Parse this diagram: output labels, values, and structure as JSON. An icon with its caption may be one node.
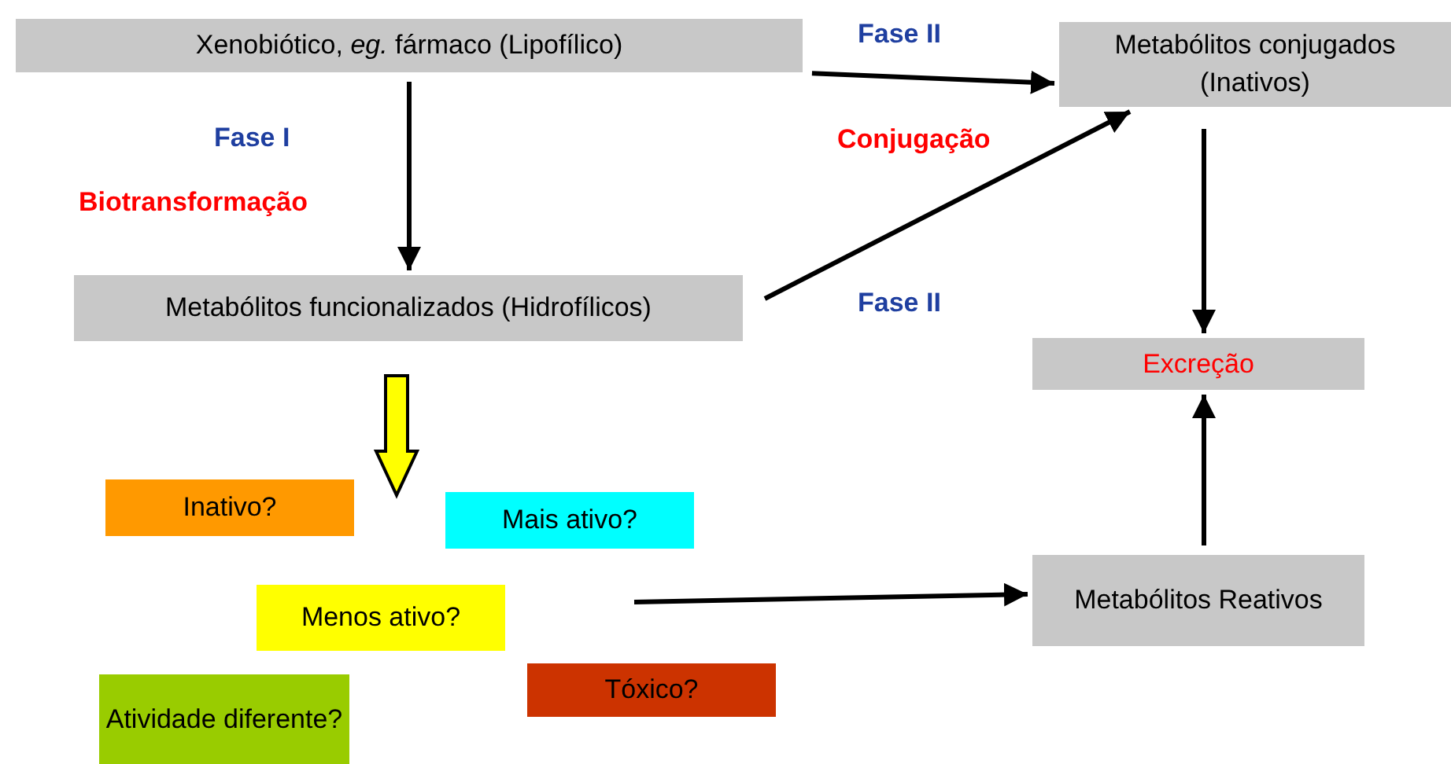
{
  "diagram": {
    "nodes": [
      {
        "text": [
          "Xenobiótico, *eg.* fármaco (Lipofílico)"
        ]
      },
      {
        "text": [
          "Metabólitos conjugados (Inativos)"
        ]
      },
      {
        "text": [
          "Metabólitos funcionalizados (Hidrofílicos)"
        ]
      },
      {
        "text": [
          "Excreção"
        ]
      },
      {
        "text": [
          "Inativo?"
        ]
      },
      {
        "text": [
          "Mais ativo?"
        ]
      },
      {
        "text": [
          "Menos ativo?"
        ]
      },
      {
        "text": [
          "Metabólitos Reativos"
        ]
      },
      {
        "text": [
          "Atividade diferente?"
        ]
      },
      {
        "text": [
          "Tóxico?"
        ]
      }
    ],
    "edges": [
      {
        "from": 0,
        "to": 2,
        "arrow": "to"
      },
      {
        "from": 0,
        "to": 1,
        "arrow": "to"
      },
      {
        "from": 2,
        "to": 1,
        "arrow": "to"
      },
      {
        "from": 1,
        "to": 3,
        "arrow": "to"
      },
      {
        "from": 7,
        "to": 3,
        "arrow": "to"
      },
      {
        "from": 2,
        "to": null,
        "arrow": "to",
        "style": "thick",
        "color": "#ffff00"
      },
      {
        "from": null,
        "to": 7,
        "arrow": "to"
      }
    ],
    "labels": [
      "Fase II",
      "Fase I",
      "Conjugação",
      "Biotransformação",
      "Fase II"
    ]
  }
}
